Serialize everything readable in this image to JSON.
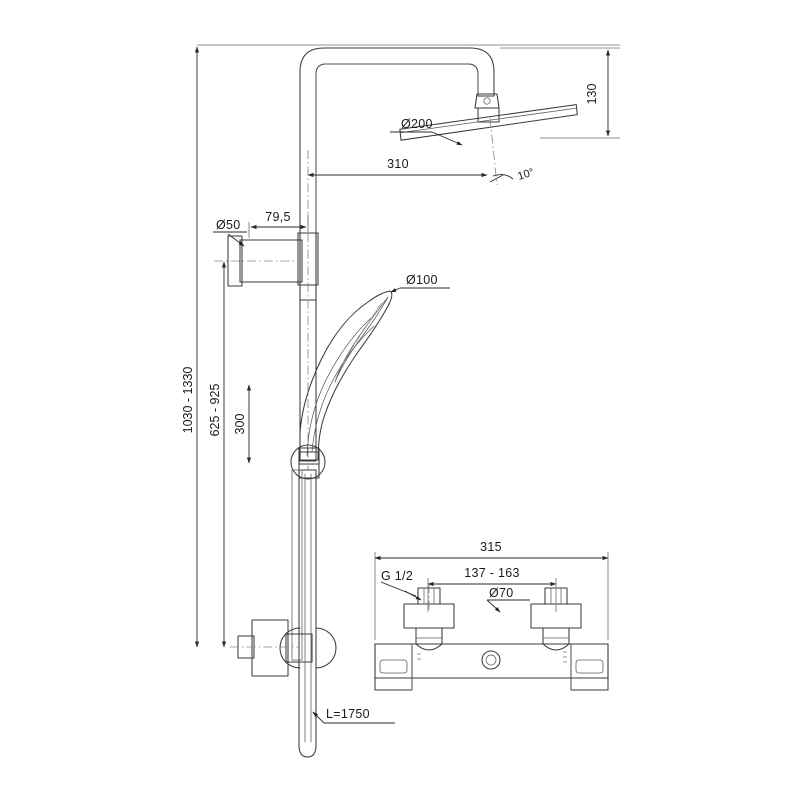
{
  "drawing": {
    "title": "Shower System Technical Dimension Drawing",
    "type": "technical-line-drawing",
    "units": "mm",
    "background_color": "#ffffff",
    "line_color": "#3a3a3a",
    "text_color": "#1a1a1a",
    "metal_fill_light": "#f2f2f2",
    "metal_fill_mid": "#d8d8d8",
    "metal_fill_dark": "#a8a8a8"
  },
  "dimensions": {
    "head_height_right": "130",
    "head_diameter": "Ø200",
    "arm_reach": "310",
    "head_tilt_angle": "10°",
    "bracket_diameter": "Ø50",
    "bracket_offset": "79,5",
    "handshower_diameter": "Ø100",
    "total_height_range": "1030 - 1330",
    "bracket_height_range": "625 - 925",
    "slide_travel": "300",
    "hose_length": "L=1750",
    "mixer_width": "315",
    "inlet_centers": "137 - 163",
    "inlet_thread": "G 1/2",
    "inlet_cover_diameter": "Ø70"
  },
  "components": {
    "shower_arm": "shower-arm",
    "shower_head": "overhead-rain-shower-head",
    "riser_rail": "riser-rail",
    "wall_bracket": "wall-bracket",
    "handshower": "handshower",
    "slide_holder": "slide-holder",
    "lower_bracket": "lower-wall-bracket",
    "shower_hose": "shower-hose",
    "thermostatic_mixer": "thermostatic-mixer-body",
    "inlet_union_left": "inlet-s-union-left",
    "inlet_union_right": "inlet-s-union-right",
    "outlet_port": "hose-outlet-port"
  }
}
